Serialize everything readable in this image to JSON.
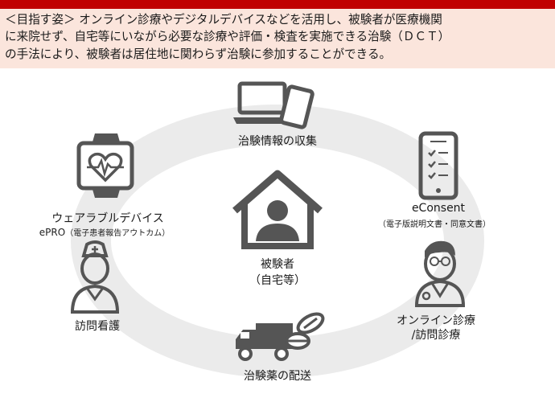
{
  "intro": {
    "lines": [
      "＜目指す姿＞ オンライン診療やデジタルデバイスなどを活用し、被験者が医療機関",
      "に来院せず、自宅等にいながら必要な診療や評価・検査を実施できる治験（ＤＣＴ）",
      "の手法により、被験者は居住地に関わらず治験に参加することができる。"
    ]
  },
  "center": {
    "label": "被験者",
    "sublabel": "（自宅等）",
    "icon": "house-person-icon"
  },
  "nodes": {
    "info": {
      "label": "治験情報の収集",
      "icon": "laptop-tablet-icon"
    },
    "econsent": {
      "label": "eConsent",
      "sublabel": "（電子版説明文書・同意文書）",
      "icon": "smartphone-checklist-icon"
    },
    "online": {
      "label": "オンライン診療",
      "sublabel": "/訪問診療",
      "icon": "doctor-icon"
    },
    "delivery": {
      "label": "治験薬の配送",
      "icon": "truck-pills-icon"
    },
    "nursing": {
      "label": "訪問看護",
      "icon": "nurse-icon"
    },
    "wearable": {
      "label": "ウェアラブルデバイス",
      "sublabel_main": "ePRO",
      "sublabel_note": "（電子患者報告アウトカム）",
      "icon": "smartwatch-heart-icon"
    }
  },
  "colors": {
    "accent": "#c00000",
    "intro_bg": "#fbe5dc",
    "icon": "#555555",
    "ring": "#ebebeb"
  }
}
